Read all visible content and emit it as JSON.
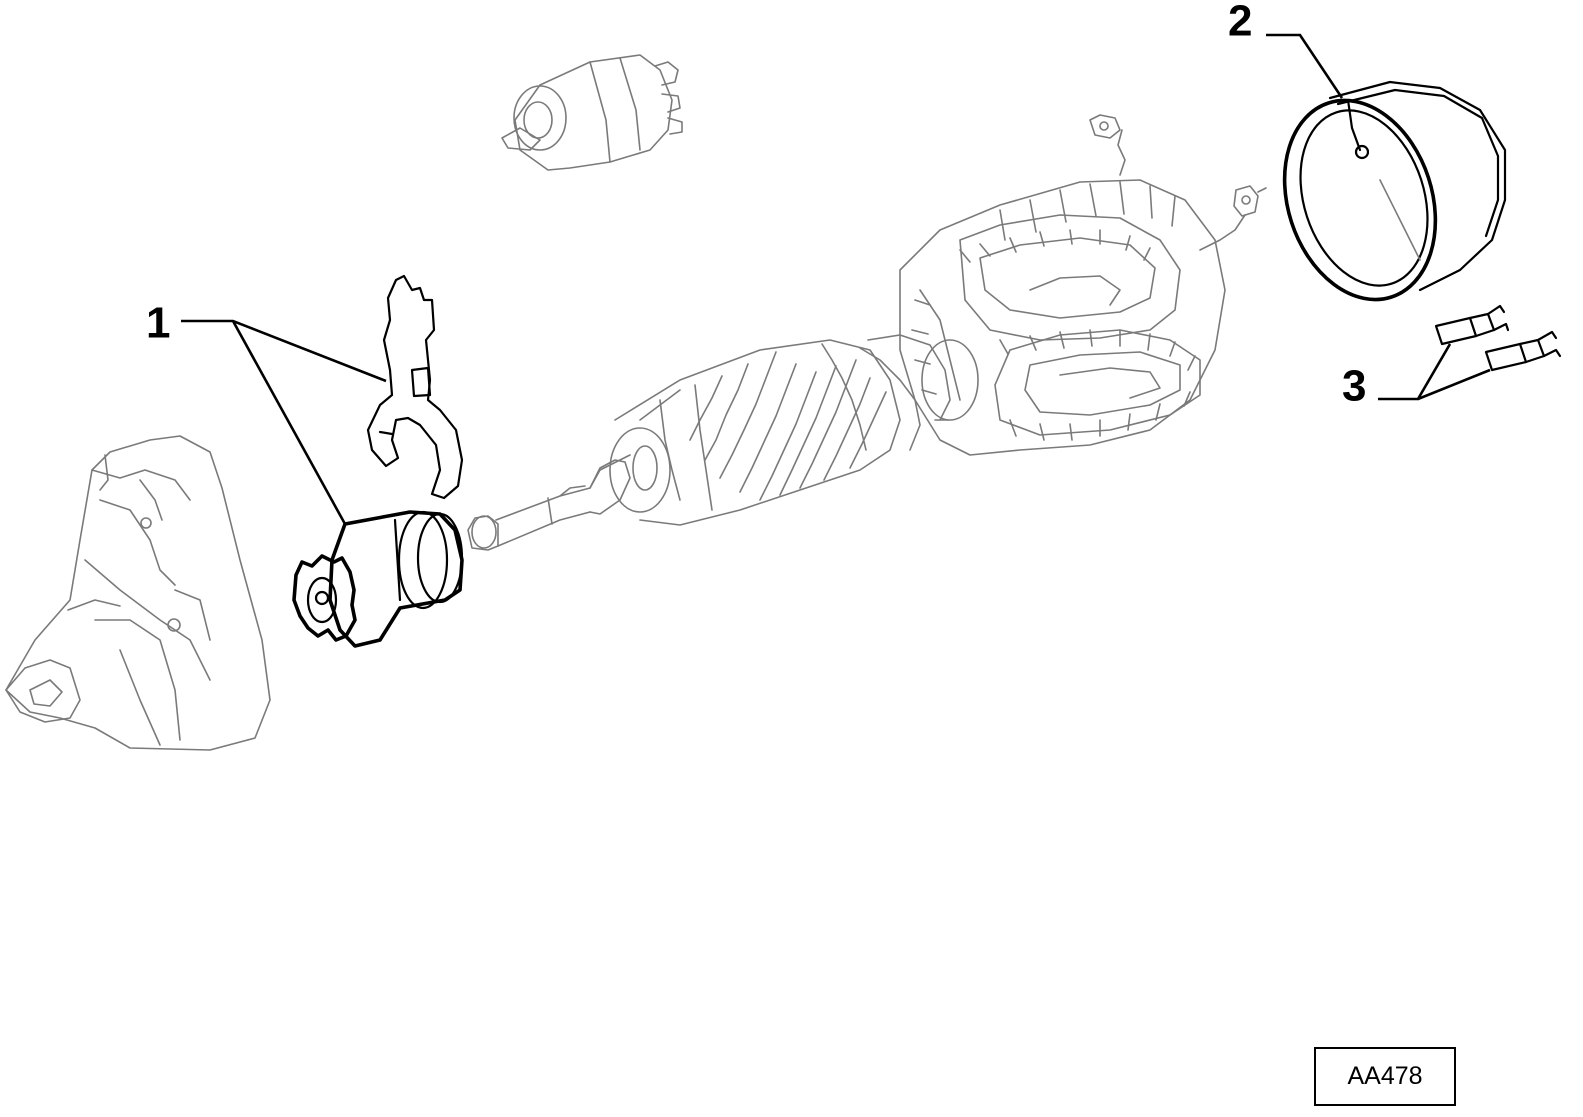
{
  "callouts": {
    "part1": "1",
    "part2": "2",
    "part3": "3"
  },
  "reference_code": "AA478",
  "colors": {
    "line": "#000000",
    "detail": "#7a7a7a",
    "background": "#ffffff"
  }
}
